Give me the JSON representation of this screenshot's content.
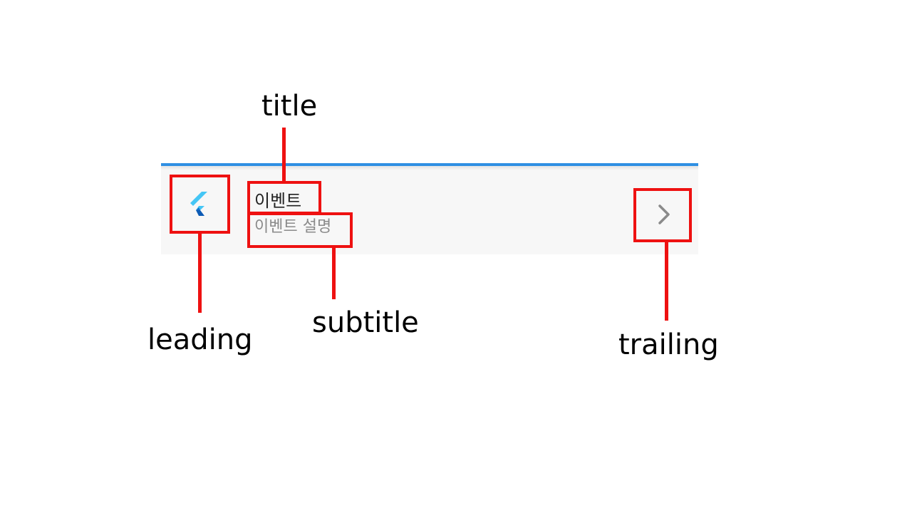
{
  "list_tile": {
    "leading_icon": "flutter-logo-icon",
    "title": "이벤트",
    "subtitle": "이벤트 설명",
    "trailing_icon": "chevron-right-icon",
    "accent_color": "#2f8fe3"
  },
  "annotations": {
    "title_label": "title",
    "subtitle_label": "subtitle",
    "leading_label": "leading",
    "trailing_label": "trailing",
    "highlight_color": "#ee1111"
  }
}
